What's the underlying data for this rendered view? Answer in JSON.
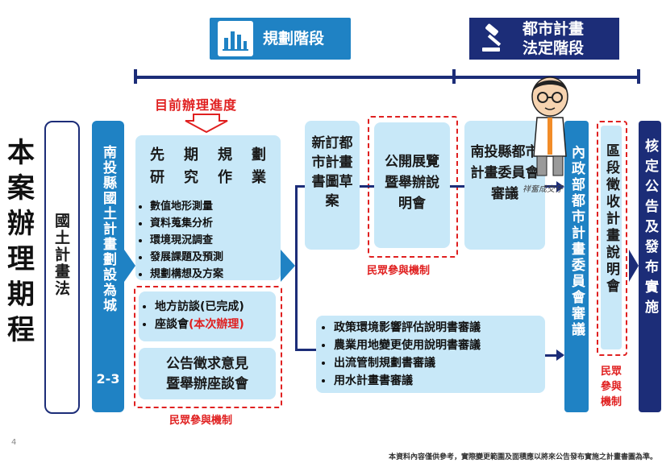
{
  "side_title": "本案辦理期程",
  "phases": {
    "planning": {
      "label": "規劃階段",
      "icon": "bar-chart-icon"
    },
    "legal": {
      "label_line1": "都市計畫",
      "label_line2": "法定階段",
      "icon": "gavel-icon"
    }
  },
  "progress_label": "目前辦理進度",
  "columns": {
    "land_plan_law": "國土計畫法",
    "nantou_design": "南投縣國土計畫劃設為城",
    "nantou_design_code": "2-3",
    "new_plan": "新訂都市計畫書圖草案",
    "public_exhibit": "公開展覽暨舉辦說明會",
    "county_committee": "南投縣都市計畫委員會審議",
    "interior_committee": "內政部都市計畫委員會審議",
    "zone_expropriation": "區段徵收計畫說明會",
    "approval": "核定公告及發布實施"
  },
  "prelim": {
    "title_line1": [
      "先",
      "期",
      "規",
      "劃"
    ],
    "title_line2": [
      "研",
      "究",
      "作",
      "業"
    ],
    "items": [
      "數值地形測量",
      "資料蒐集分析",
      "環境現況調查",
      "發展課題及預測",
      "規劃構想及方案"
    ]
  },
  "visits": {
    "item1": "地方訪談(已完成)",
    "item2_prefix": "座談會",
    "item2_highlight": "(本次辦理)"
  },
  "notice": {
    "line1": "公告徵求意見",
    "line2": "暨舉辦座談會"
  },
  "reviews": [
    "政策環境影響評估說明書審議",
    "農業用地變更使用說明書審議",
    "出流管制規劃書審議",
    "用水計畫書審議"
  ],
  "public_participation": "民眾參與機制",
  "public_participation_short": [
    "民眾",
    "參與",
    "機制"
  ],
  "avatar_caption": "祥奮成交仔",
  "footnote": "本資料內容僅供參考，實際變更範圍及面積應以將來公告發布實施之計畫書圖為準。",
  "page_number": "4",
  "colors": {
    "navy": "#1c2d78",
    "blue": "#1f82c4",
    "light": "#c8e8f8",
    "red": "#e02020"
  }
}
